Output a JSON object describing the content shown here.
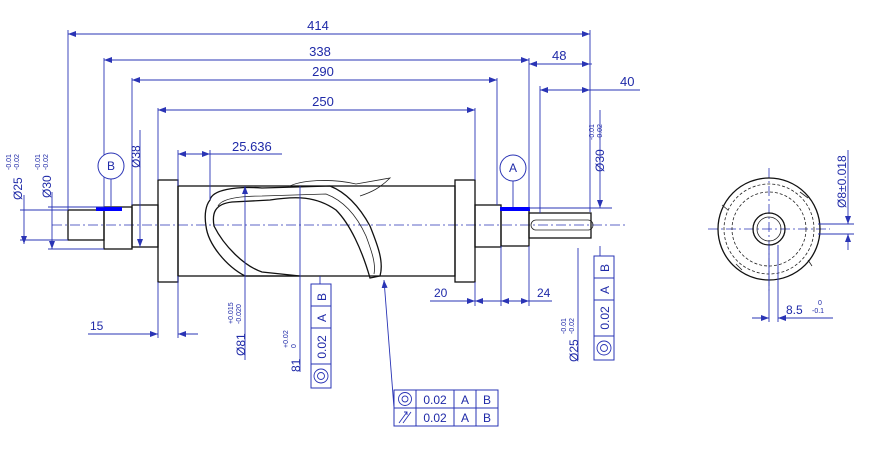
{
  "colors": {
    "dimension": "#2a34b5",
    "part": "#111111",
    "datum_mark": "#0000ff"
  },
  "dimensions": {
    "overall_length": "414",
    "length_338": "338",
    "length_290": "290",
    "length_250": "250",
    "groove_start": "25.636",
    "keyway_from_end": "48",
    "keyway_length": "40",
    "step_20": "20",
    "step_24": "24",
    "left_offset": "15",
    "dia_38": "Ø38",
    "dia_25_left": "Ø25",
    "dia_25_left_tol_upper": "-0.01",
    "dia_25_left_tol_lower": "-0.02",
    "dia_30_left": "Ø30",
    "dia_30_left_tol_upper": "-0.01",
    "dia_30_left_tol_lower": "-0.02",
    "dia_30_right": "Ø30",
    "dia_30_right_tol_upper": "-0.01",
    "dia_30_right_tol_lower": "-0.02",
    "dia_25_right": "Ø25",
    "dia_25_right_tol_upper": "-0.01",
    "dia_25_right_tol_lower": "-0.02",
    "dia_81": "Ø81",
    "dia_81_tol_upper": "+0.015",
    "dia_81_tol_lower": "-0.020",
    "groove_81": "81",
    "groove_81_tol_upper": "+0.02",
    "groove_81_tol_lower": "0",
    "section_key_width": "Ø8±0.018",
    "section_depth": "8.5",
    "section_depth_tol_upper": "0",
    "section_depth_tol_lower": "-0.1"
  },
  "datums": {
    "left": "B",
    "right": "A"
  },
  "tolerance_frames": {
    "vertical_center": [
      "0.02",
      "A",
      "B"
    ],
    "vertical_right": [
      "0.02",
      "A",
      "B"
    ],
    "bottom_concentricity": [
      "0.02",
      "A",
      "B"
    ],
    "bottom_runout": [
      "0.02",
      "A",
      "B"
    ]
  }
}
